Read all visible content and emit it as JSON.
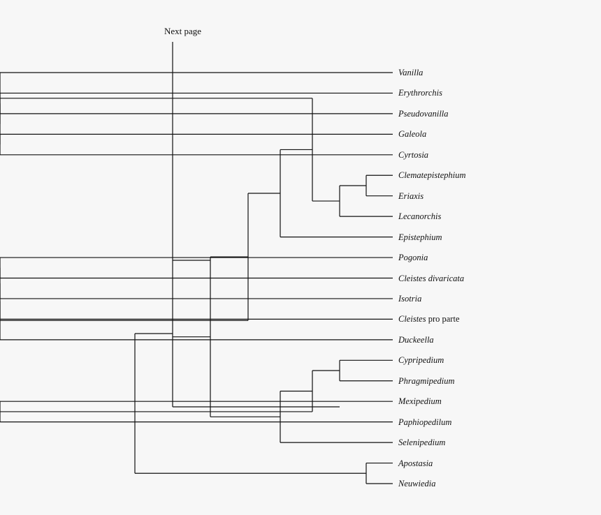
{
  "continuation_label": "Next page",
  "line_color": "#111111",
  "background": "#f7f7f7",
  "taxa": [
    {
      "genus": "Vanilla",
      "suffix": ""
    },
    {
      "genus": "Erythrorchis",
      "suffix": ""
    },
    {
      "genus": "Pseudovanilla",
      "suffix": ""
    },
    {
      "genus": "Galeola",
      "suffix": ""
    },
    {
      "genus": "Cyrtosia",
      "suffix": ""
    },
    {
      "genus": "Clematepistephium",
      "suffix": ""
    },
    {
      "genus": "Eriaxis",
      "suffix": ""
    },
    {
      "genus": "Lecanorchis",
      "suffix": ""
    },
    {
      "genus": "Epistephium",
      "suffix": ""
    },
    {
      "genus": "Pogonia",
      "suffix": ""
    },
    {
      "genus": "Cleistes divaricata",
      "suffix": ""
    },
    {
      "genus": "Isotria",
      "suffix": ""
    },
    {
      "genus": "Cleistes",
      "suffix": "pro parte"
    },
    {
      "genus": "Duckeella",
      "suffix": ""
    },
    {
      "genus": "Cypripedium",
      "suffix": ""
    },
    {
      "genus": "Phragmipedium",
      "suffix": ""
    },
    {
      "genus": "Mexipedium",
      "suffix": ""
    },
    {
      "genus": "Paphiopedilum",
      "suffix": ""
    },
    {
      "genus": "Selenipedium",
      "suffix": ""
    },
    {
      "genus": "Apostasia",
      "suffix": ""
    },
    {
      "genus": "Neuwiedia",
      "suffix": ""
    }
  ],
  "tree": [
    [
      [
        [
          [
            [
              [
                0,
                [
                  [
                    1,
                    2
                  ],
                  [
                    3,
                    4
                  ]
                ]
              ],
              [
                [
                  5,
                  6
                ],
                7
              ]
            ],
            8
          ],
          [
            [
              [
                [
                  9,
                  10
                ],
                11
              ],
              12
            ],
            13
          ]
        ],
        [
          [
            [
              14,
              15
            ],
            [
              16,
              17
            ]
          ],
          18
        ]
      ],
      "next-page"
    ],
    [
      19,
      20
    ]
  ]
}
